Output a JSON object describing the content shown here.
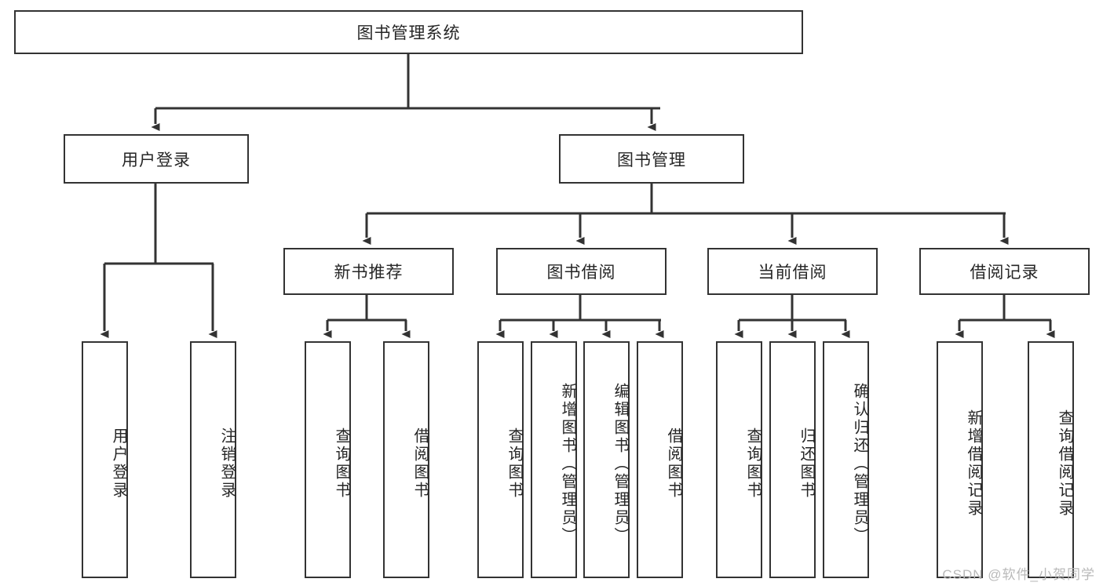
{
  "diagram": {
    "title": "图书管理系统",
    "type": "hierarchy-tree",
    "watermark": "CSDN @软件_小贺同学",
    "colors": {
      "stroke": "#333333",
      "fill": "#ffffff",
      "text": "#262626",
      "watermark": "#b9b9b9"
    },
    "nodes": {
      "root": {
        "label": "图书管理系统",
        "level": 1,
        "orientation": "horizontal"
      },
      "l2": [
        {
          "id": "user-login",
          "label": "用户登录",
          "level": 2,
          "orientation": "horizontal"
        },
        {
          "id": "book-management",
          "label": "图书管理",
          "level": 2,
          "orientation": "horizontal"
        }
      ],
      "l3": [
        {
          "id": "new-book-recommend",
          "label": "新书推荐",
          "level": 3,
          "orientation": "horizontal",
          "parent": "book-management"
        },
        {
          "id": "book-borrow",
          "label": "图书借阅",
          "level": 3,
          "orientation": "horizontal",
          "parent": "book-management"
        },
        {
          "id": "current-borrow",
          "label": "当前借阅",
          "level": 3,
          "orientation": "horizontal",
          "parent": "book-management"
        },
        {
          "id": "borrow-record",
          "label": "借阅记录",
          "level": 3,
          "orientation": "horizontal",
          "parent": "book-management"
        }
      ],
      "leaves": [
        {
          "id": "leaf-user-login",
          "label": "用户登录",
          "parent": "user-login"
        },
        {
          "id": "leaf-logout-login",
          "label": "注销登录",
          "parent": "user-login"
        },
        {
          "id": "leaf-query-book-1",
          "label": "查询图书",
          "parent": "new-book-recommend"
        },
        {
          "id": "leaf-borrow-book-1",
          "label": "借阅图书",
          "parent": "new-book-recommend"
        },
        {
          "id": "leaf-query-book-2",
          "label": "查询图书",
          "parent": "book-borrow"
        },
        {
          "id": "leaf-add-book",
          "label": "新增图书（管理员）",
          "parent": "book-borrow"
        },
        {
          "id": "leaf-edit-book",
          "label": "编辑图书（管理员）",
          "parent": "book-borrow"
        },
        {
          "id": "leaf-borrow-book-2",
          "label": "借阅图书",
          "parent": "book-borrow"
        },
        {
          "id": "leaf-query-book-3",
          "label": "查询图书",
          "parent": "current-borrow"
        },
        {
          "id": "leaf-return-book",
          "label": "归还图书",
          "parent": "current-borrow"
        },
        {
          "id": "leaf-confirm-return",
          "label": "确认归还（管理员）",
          "parent": "current-borrow"
        },
        {
          "id": "leaf-add-record",
          "label": "新增借阅记录",
          "parent": "borrow-record"
        },
        {
          "id": "leaf-query-record",
          "label": "查询借阅记录",
          "parent": "borrow-record"
        }
      ]
    }
  }
}
